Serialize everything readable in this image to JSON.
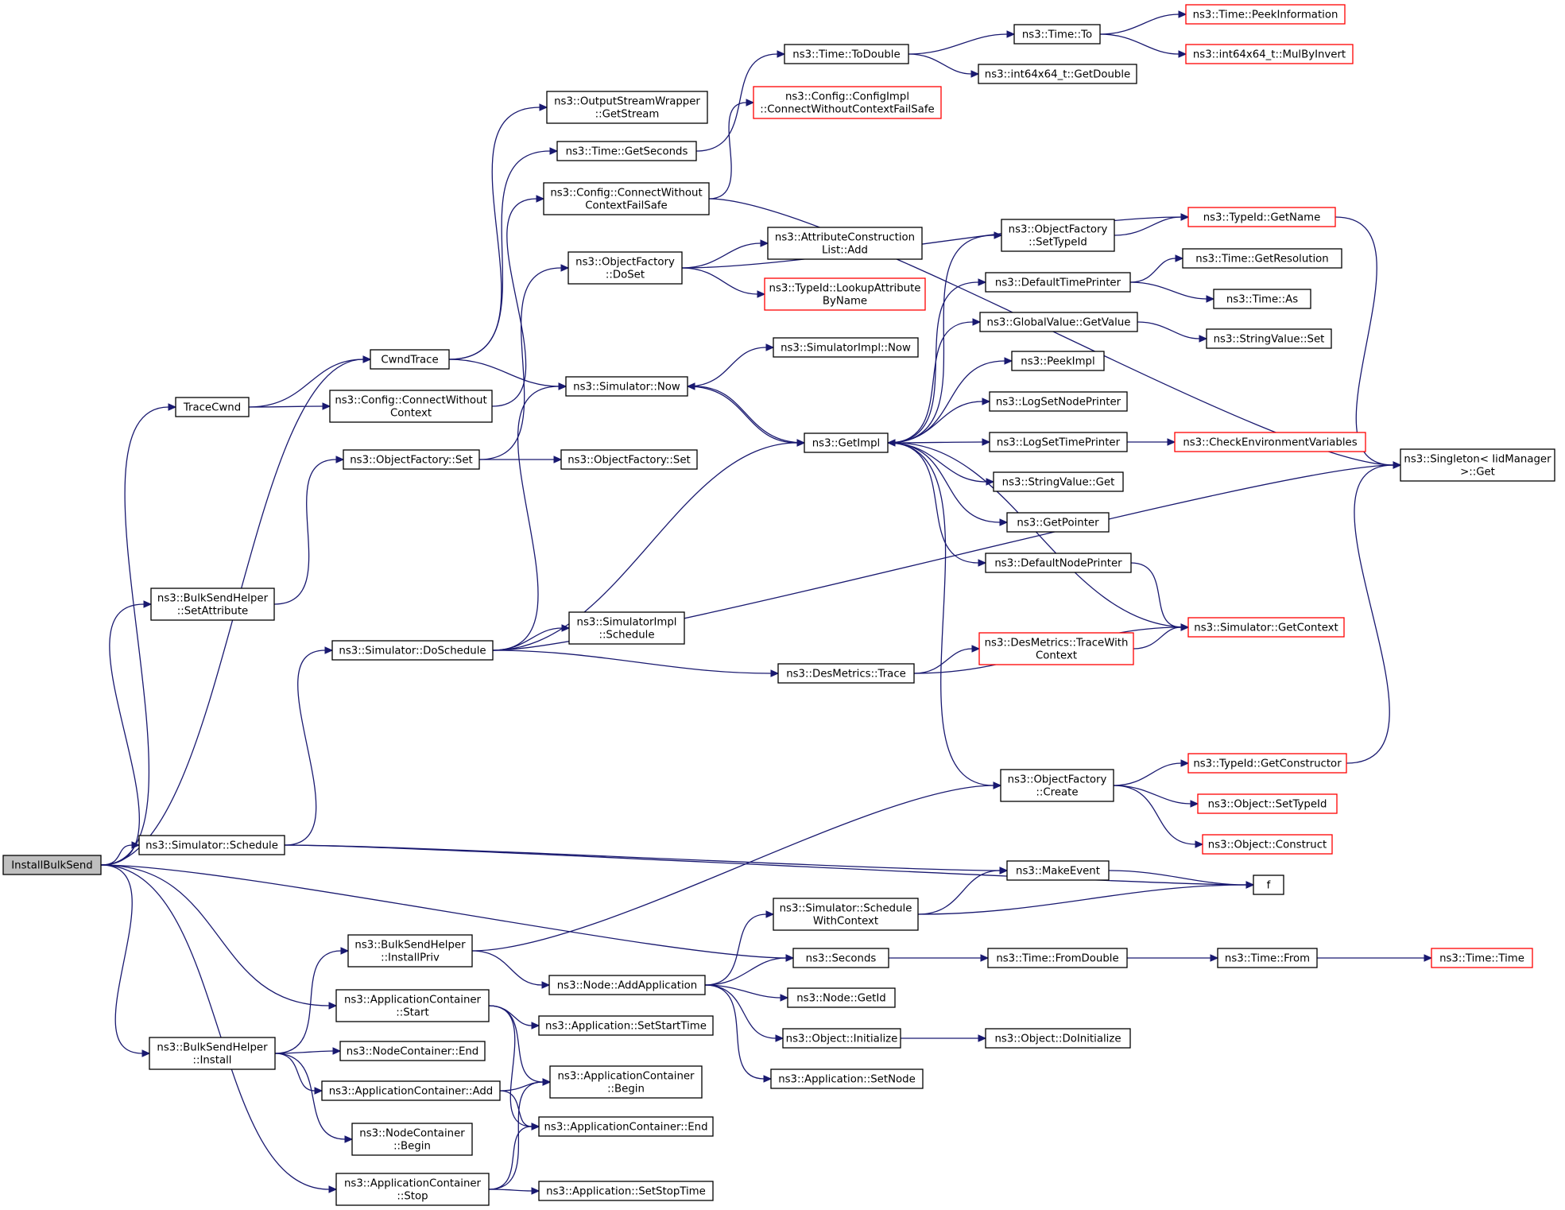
{
  "nodes": [
    {
      "id": "installbulksend",
      "lines": [
        "InstallBulkSend"
      ],
      "style": "root"
    },
    {
      "id": "cwndtrace",
      "lines": [
        "CwndTrace"
      ],
      "style": "normal"
    },
    {
      "id": "tracecwnd",
      "lines": [
        "TraceCwnd"
      ],
      "style": "normal"
    },
    {
      "id": "bulksendhelper-setattribute",
      "lines": [
        "ns3::BulkSendHelper",
        "::SetAttribute"
      ],
      "style": "normal"
    },
    {
      "id": "simulator-schedule",
      "lines": [
        "ns3::Simulator::Schedule"
      ],
      "style": "normal"
    },
    {
      "id": "bulksendhelper-install",
      "lines": [
        "ns3::BulkSendHelper",
        "::Install"
      ],
      "style": "normal"
    },
    {
      "id": "applicationcontainer-start",
      "lines": [
        "ns3::ApplicationContainer",
        "::Start"
      ],
      "style": "normal"
    },
    {
      "id": "applicationcontainer-stop",
      "lines": [
        "ns3::ApplicationContainer",
        "::Stop"
      ],
      "style": "normal"
    },
    {
      "id": "seconds",
      "lines": [
        "ns3::Seconds"
      ],
      "style": "normal"
    },
    {
      "id": "outputstreamwrapper-getstream",
      "lines": [
        "ns3::OutputStreamWrapper",
        "::GetStream"
      ],
      "style": "normal"
    },
    {
      "id": "time-getseconds",
      "lines": [
        "ns3::Time::GetSeconds"
      ],
      "style": "normal"
    },
    {
      "id": "simulator-now",
      "lines": [
        "ns3::Simulator::Now"
      ],
      "style": "normal"
    },
    {
      "id": "config-connectwithoutcontext",
      "lines": [
        "ns3::Config::ConnectWithout",
        "Context"
      ],
      "style": "normal"
    },
    {
      "id": "objectfactory-set-a",
      "lines": [
        "ns3::ObjectFactory::Set"
      ],
      "style": "normal"
    },
    {
      "id": "objectfactory-set-b",
      "lines": [
        "ns3::ObjectFactory::Set"
      ],
      "style": "normal"
    },
    {
      "id": "config-connectwithoutcontextfailsafe",
      "lines": [
        "ns3::Config::ConnectWithout",
        "ContextFailSafe"
      ],
      "style": "normal"
    },
    {
      "id": "configimpl-connectwithoutcontextfailsafe",
      "lines": [
        "ns3::Config::ConfigImpl",
        "::ConnectWithoutContextFailSafe"
      ],
      "style": "red"
    },
    {
      "id": "objectfactory-doset",
      "lines": [
        "ns3::ObjectFactory",
        "::DoSet"
      ],
      "style": "normal"
    },
    {
      "id": "attributeconstructionlist-add",
      "lines": [
        "ns3::AttributeConstruction",
        "List::Add"
      ],
      "style": "normal"
    },
    {
      "id": "typeid-lookupattributebyname",
      "lines": [
        "ns3::TypeId::LookupAttribute",
        "ByName"
      ],
      "style": "red"
    },
    {
      "id": "typeid-getname",
      "lines": [
        "ns3::TypeId::GetName"
      ],
      "style": "red"
    },
    {
      "id": "time-todouble",
      "lines": [
        "ns3::Time::ToDouble"
      ],
      "style": "normal"
    },
    {
      "id": "time-to",
      "lines": [
        "ns3::Time::To"
      ],
      "style": "normal"
    },
    {
      "id": "time-peekinformation",
      "lines": [
        "ns3::Time::PeekInformation"
      ],
      "style": "red"
    },
    {
      "id": "int64x64-mulbyinvert",
      "lines": [
        "ns3::int64x64_t::MulByInvert"
      ],
      "style": "red"
    },
    {
      "id": "int64x64-getdouble",
      "lines": [
        "ns3::int64x64_t::GetDouble"
      ],
      "style": "normal"
    },
    {
      "id": "simulatorimpl-now",
      "lines": [
        "ns3::SimulatorImpl::Now"
      ],
      "style": "normal"
    },
    {
      "id": "getimpl",
      "lines": [
        "ns3::GetImpl"
      ],
      "style": "normal"
    },
    {
      "id": "objectfactory-settypeid",
      "lines": [
        "ns3::ObjectFactory",
        "::SetTypeId"
      ],
      "style": "normal"
    },
    {
      "id": "defaulttimeprinter",
      "lines": [
        "ns3::DefaultTimePrinter"
      ],
      "style": "normal"
    },
    {
      "id": "time-getresolution",
      "lines": [
        "ns3::Time::GetResolution"
      ],
      "style": "normal"
    },
    {
      "id": "time-as",
      "lines": [
        "ns3::Time::As"
      ],
      "style": "normal"
    },
    {
      "id": "globalvalue-getvalue",
      "lines": [
        "ns3::GlobalValue::GetValue"
      ],
      "style": "normal"
    },
    {
      "id": "stringvalue-set",
      "lines": [
        "ns3::StringValue::Set"
      ],
      "style": "normal"
    },
    {
      "id": "peekimpl",
      "lines": [
        "ns3::PeekImpl"
      ],
      "style": "normal"
    },
    {
      "id": "logsetnodeprinter",
      "lines": [
        "ns3::LogSetNodePrinter"
      ],
      "style": "normal"
    },
    {
      "id": "logsettimeprinter",
      "lines": [
        "ns3::LogSetTimePrinter"
      ],
      "style": "normal"
    },
    {
      "id": "checkenvironmentvariables",
      "lines": [
        "ns3::CheckEnvironmentVariables"
      ],
      "style": "red"
    },
    {
      "id": "stringvalue-get",
      "lines": [
        "ns3::StringValue::Get"
      ],
      "style": "normal"
    },
    {
      "id": "getpointer",
      "lines": [
        "ns3::GetPointer"
      ],
      "style": "normal"
    },
    {
      "id": "defaultnodeprinter",
      "lines": [
        "ns3::DefaultNodePrinter"
      ],
      "style": "normal"
    },
    {
      "id": "simulator-getcontext",
      "lines": [
        "ns3::Simulator::GetContext"
      ],
      "style": "red"
    },
    {
      "id": "singleton-get",
      "lines": [
        "ns3::Singleton< IidManager",
        " >::Get"
      ],
      "style": "normal"
    },
    {
      "id": "simulator-doschedule",
      "lines": [
        "ns3::Simulator::DoSchedule"
      ],
      "style": "normal"
    },
    {
      "id": "simulatorimpl-schedule",
      "lines": [
        "ns3::SimulatorImpl",
        "::Schedule"
      ],
      "style": "normal"
    },
    {
      "id": "desmetrics-trace",
      "lines": [
        "ns3::DesMetrics::Trace"
      ],
      "style": "normal"
    },
    {
      "id": "desmetrics-tracewithcontext",
      "lines": [
        "ns3::DesMetrics::TraceWith",
        "Context"
      ],
      "style": "red"
    },
    {
      "id": "objectfactory-create",
      "lines": [
        "ns3::ObjectFactory",
        "::Create"
      ],
      "style": "normal"
    },
    {
      "id": "typeid-getconstructor",
      "lines": [
        "ns3::TypeId::GetConstructor"
      ],
      "style": "red"
    },
    {
      "id": "object-settypeid",
      "lines": [
        "ns3::Object::SetTypeId"
      ],
      "style": "red"
    },
    {
      "id": "object-construct",
      "lines": [
        "ns3::Object::Construct"
      ],
      "style": "red"
    },
    {
      "id": "makeevent",
      "lines": [
        "ns3::MakeEvent"
      ],
      "style": "normal"
    },
    {
      "id": "f",
      "lines": [
        "f"
      ],
      "style": "normal"
    },
    {
      "id": "bulksendhelper-installpriv",
      "lines": [
        "ns3::BulkSendHelper",
        "::InstallPriv"
      ],
      "style": "normal"
    },
    {
      "id": "simulator-schedulewithcontext",
      "lines": [
        "ns3::Simulator::Schedule",
        "WithContext"
      ],
      "style": "normal"
    },
    {
      "id": "node-addapplication",
      "lines": [
        "ns3::Node::AddApplication"
      ],
      "style": "normal"
    },
    {
      "id": "time-fromdouble",
      "lines": [
        "ns3::Time::FromDouble"
      ],
      "style": "normal"
    },
    {
      "id": "time-from",
      "lines": [
        "ns3::Time::From"
      ],
      "style": "normal"
    },
    {
      "id": "time-time",
      "lines": [
        "ns3::Time::Time"
      ],
      "style": "red"
    },
    {
      "id": "node-getid",
      "lines": [
        "ns3::Node::GetId"
      ],
      "style": "normal"
    },
    {
      "id": "object-initialize",
      "lines": [
        "ns3::Object::Initialize"
      ],
      "style": "normal"
    },
    {
      "id": "object-doinitialize",
      "lines": [
        "ns3::Object::DoInitialize"
      ],
      "style": "normal"
    },
    {
      "id": "application-setnode",
      "lines": [
        "ns3::Application::SetNode"
      ],
      "style": "normal"
    },
    {
      "id": "application-setstarttime",
      "lines": [
        "ns3::Application::SetStartTime"
      ],
      "style": "normal"
    },
    {
      "id": "nodecontainer-end",
      "lines": [
        "ns3::NodeContainer::End"
      ],
      "style": "normal"
    },
    {
      "id": "applicationcontainer-add",
      "lines": [
        "ns3::ApplicationContainer::Add"
      ],
      "style": "normal"
    },
    {
      "id": "applicationcontainer-begin",
      "lines": [
        "ns3::ApplicationContainer",
        "::Begin"
      ],
      "style": "normal"
    },
    {
      "id": "applicationcontainer-end",
      "lines": [
        "ns3::ApplicationContainer::End"
      ],
      "style": "normal"
    },
    {
      "id": "nodecontainer-begin",
      "lines": [
        "ns3::NodeContainer",
        "::Begin"
      ],
      "style": "normal"
    },
    {
      "id": "application-setstoptime",
      "lines": [
        "ns3::Application::SetStopTime"
      ],
      "style": "normal"
    }
  ],
  "edges": [
    [
      "installbulksend",
      "cwndtrace"
    ],
    [
      "installbulksend",
      "tracecwnd"
    ],
    [
      "installbulksend",
      "bulksendhelper-setattribute"
    ],
    [
      "installbulksend",
      "simulator-schedule"
    ],
    [
      "installbulksend",
      "seconds"
    ],
    [
      "installbulksend",
      "bulksendhelper-install"
    ],
    [
      "installbulksend",
      "applicationcontainer-start"
    ],
    [
      "installbulksend",
      "applicationcontainer-stop"
    ],
    [
      "tracecwnd",
      "cwndtrace"
    ],
    [
      "tracecwnd",
      "config-connectwithoutcontext"
    ],
    [
      "cwndtrace",
      "outputstreamwrapper-getstream"
    ],
    [
      "cwndtrace",
      "time-getseconds"
    ],
    [
      "cwndtrace",
      "simulator-now"
    ],
    [
      "time-getseconds",
      "time-todouble"
    ],
    [
      "time-todouble",
      "time-to"
    ],
    [
      "time-todouble",
      "int64x64-getdouble"
    ],
    [
      "time-to",
      "time-peekinformation"
    ],
    [
      "time-to",
      "int64x64-mulbyinvert"
    ],
    [
      "config-connectwithoutcontext",
      "config-connectwithoutcontextfailsafe"
    ],
    [
      "config-connectwithoutcontextfailsafe",
      "configimpl-connectwithoutcontextfailsafe"
    ],
    [
      "config-connectwithoutcontextfailsafe",
      "singleton-get"
    ],
    [
      "bulksendhelper-setattribute",
      "objectfactory-set-a"
    ],
    [
      "objectfactory-set-a",
      "objectfactory-doset"
    ],
    [
      "objectfactory-set-a",
      "objectfactory-set-b"
    ],
    [
      "objectfactory-doset",
      "attributeconstructionlist-add"
    ],
    [
      "objectfactory-doset",
      "typeid-lookupattributebyname"
    ],
    [
      "objectfactory-doset",
      "typeid-getname"
    ],
    [
      "objectfactory-settypeid",
      "typeid-getname"
    ],
    [
      "typeid-getname",
      "singleton-get"
    ],
    [
      "simulator-now",
      "simulatorimpl-now"
    ],
    [
      "simulator-now",
      "getimpl"
    ],
    [
      "getimpl",
      "simulator-now"
    ],
    [
      "getimpl",
      "objectfactory-settypeid"
    ],
    [
      "getimpl",
      "defaulttimeprinter"
    ],
    [
      "getimpl",
      "globalvalue-getvalue"
    ],
    [
      "getimpl",
      "peekimpl"
    ],
    [
      "getimpl",
      "logsetnodeprinter"
    ],
    [
      "getimpl",
      "logsettimeprinter"
    ],
    [
      "getimpl",
      "stringvalue-get"
    ],
    [
      "getimpl",
      "getpointer"
    ],
    [
      "getimpl",
      "defaultnodeprinter"
    ],
    [
      "getimpl",
      "objectfactory-create"
    ],
    [
      "defaulttimeprinter",
      "time-getresolution"
    ],
    [
      "defaulttimeprinter",
      "time-as"
    ],
    [
      "globalvalue-getvalue",
      "stringvalue-set"
    ],
    [
      "logsettimeprinter",
      "checkenvironmentvariables"
    ],
    [
      "defaultnodeprinter",
      "simulator-getcontext"
    ],
    [
      "simulator-getcontext",
      "getimpl"
    ],
    [
      "simulator-schedule",
      "simulator-doschedule"
    ],
    [
      "simulator-schedule",
      "makeevent"
    ],
    [
      "simulator-schedule",
      "f"
    ],
    [
      "simulator-doschedule",
      "simulator-now"
    ],
    [
      "simulator-doschedule",
      "getimpl"
    ],
    [
      "simulator-doschedule",
      "simulatorimpl-schedule"
    ],
    [
      "simulator-doschedule",
      "desmetrics-trace"
    ],
    [
      "simulator-doschedule",
      "singleton-get"
    ],
    [
      "desmetrics-trace",
      "desmetrics-tracewithcontext"
    ],
    [
      "desmetrics-trace",
      "simulator-getcontext"
    ],
    [
      "desmetrics-tracewithcontext",
      "simulator-getcontext"
    ],
    [
      "objectfactory-create",
      "typeid-getconstructor"
    ],
    [
      "objectfactory-create",
      "object-settypeid"
    ],
    [
      "objectfactory-create",
      "object-construct"
    ],
    [
      "typeid-getconstructor",
      "singleton-get"
    ],
    [
      "makeevent",
      "f"
    ],
    [
      "simulator-schedulewithcontext",
      "makeevent"
    ],
    [
      "simulator-schedulewithcontext",
      "f"
    ],
    [
      "bulksendhelper-install",
      "bulksendhelper-installpriv"
    ],
    [
      "bulksendhelper-install",
      "nodecontainer-end"
    ],
    [
      "bulksendhelper-install",
      "applicationcontainer-add"
    ],
    [
      "bulksendhelper-install",
      "nodecontainer-begin"
    ],
    [
      "bulksendhelper-installpriv",
      "objectfactory-create"
    ],
    [
      "bulksendhelper-installpriv",
      "node-addapplication"
    ],
    [
      "node-addapplication",
      "simulator-schedulewithcontext"
    ],
    [
      "node-addapplication",
      "seconds"
    ],
    [
      "node-addapplication",
      "node-getid"
    ],
    [
      "node-addapplication",
      "object-initialize"
    ],
    [
      "node-addapplication",
      "application-setnode"
    ],
    [
      "seconds",
      "time-fromdouble"
    ],
    [
      "time-fromdouble",
      "time-from"
    ],
    [
      "time-from",
      "time-time"
    ],
    [
      "object-initialize",
      "object-doinitialize"
    ],
    [
      "applicationcontainer-start",
      "application-setstarttime"
    ],
    [
      "applicationcontainer-start",
      "applicationcontainer-begin"
    ],
    [
      "applicationcontainer-start",
      "applicationcontainer-end"
    ],
    [
      "applicationcontainer-add",
      "applicationcontainer-begin"
    ],
    [
      "applicationcontainer-add",
      "applicationcontainer-end"
    ],
    [
      "applicationcontainer-stop",
      "applicationcontainer-begin"
    ],
    [
      "applicationcontainer-stop",
      "applicationcontainer-end"
    ],
    [
      "applicationcontainer-stop",
      "application-setstoptime"
    ]
  ]
}
